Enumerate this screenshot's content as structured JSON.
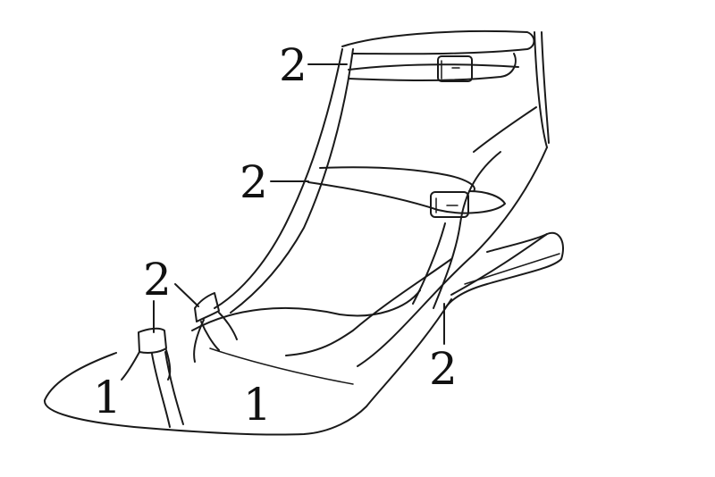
{
  "labels": {
    "strap_ankle": "2",
    "strap_instep": "2",
    "bow_inner": "2",
    "counter": "2",
    "toe_left": "1",
    "vamp": "1"
  }
}
